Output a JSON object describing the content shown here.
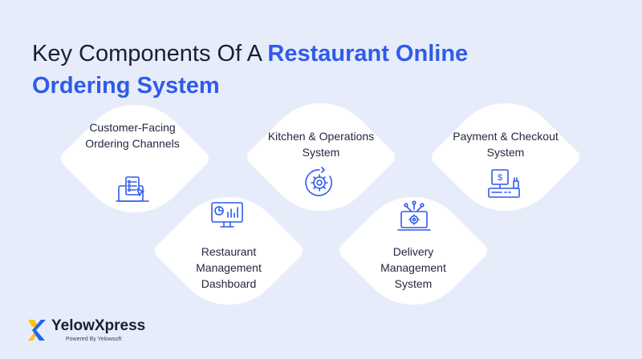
{
  "title": {
    "plain": "Key Components Of A",
    "highlight": "Restaurant Online",
    "line2": "Ordering System"
  },
  "components": [
    {
      "label": "Customer-Facing Ordering Channels",
      "icon": "ordering-device-icon"
    },
    {
      "label": "Restaurant Management Dashboard",
      "icon": "dashboard-monitor-icon"
    },
    {
      "label": "Kitchen & Operations System",
      "icon": "gear-cycle-icon"
    },
    {
      "label": "Delivery Management System",
      "icon": "laptop-network-icon"
    },
    {
      "label": "Payment & Checkout System",
      "icon": "pos-terminal-icon"
    }
  ],
  "brand": {
    "name": "YelowXpress",
    "tagline": "Powered By Yelowsoft",
    "colors": {
      "accent": "#2f5bea",
      "logo_yellow": "#f7c518",
      "logo_blue": "#2463eb"
    }
  }
}
